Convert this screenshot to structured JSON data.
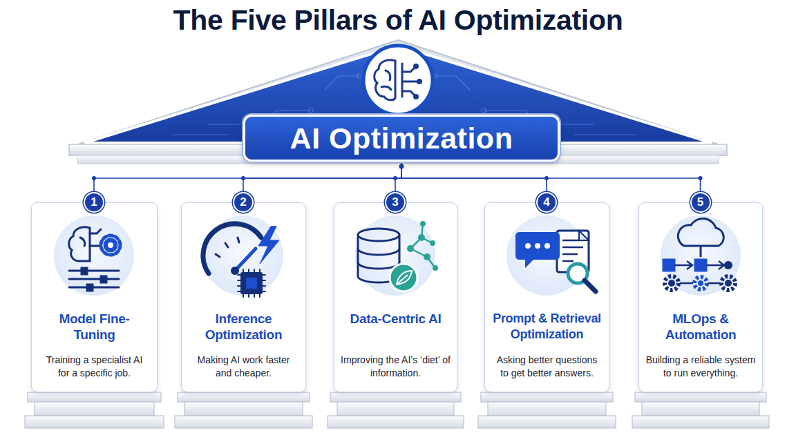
{
  "diagram": {
    "title": "The Five Pillars of AI Optimization",
    "nodes": [
      {
        "text": [
          "AI Optimization"
        ]
      },
      {
        "text": [
          "Model Fine-Tuning",
          "Training a specialist AI for a specific job."
        ]
      },
      {
        "text": [
          "1"
        ],
        "in": 1
      },
      {
        "text": [
          "Inference Optimization",
          "Making AI work faster and cheaper."
        ]
      },
      {
        "text": [
          "2"
        ],
        "in": 3
      },
      {
        "text": [
          "Data-Centric AI",
          "Improving the AI’s ‘diet’ of information."
        ]
      },
      {
        "text": [
          "3"
        ],
        "in": 5
      },
      {
        "text": [
          "Prompt & Retrieval Optimization",
          "Asking better questions to get better answers."
        ]
      },
      {
        "text": [
          "4"
        ],
        "in": 7
      },
      {
        "text": [
          "MLOps & Automation",
          "Building a reliable system to run everything."
        ]
      },
      {
        "text": [
          "5"
        ],
        "in": 9
      }
    ],
    "edges": [
      {
        "from": 0,
        "to": 2,
        "arrow": "none"
      },
      {
        "from": 0,
        "to": 4,
        "arrow": "none"
      },
      {
        "from": 0,
        "to": 6,
        "arrow": "none"
      },
      {
        "from": 0,
        "to": 8,
        "arrow": "none"
      },
      {
        "from": 0,
        "to": 10,
        "arrow": "none"
      }
    ]
  }
}
